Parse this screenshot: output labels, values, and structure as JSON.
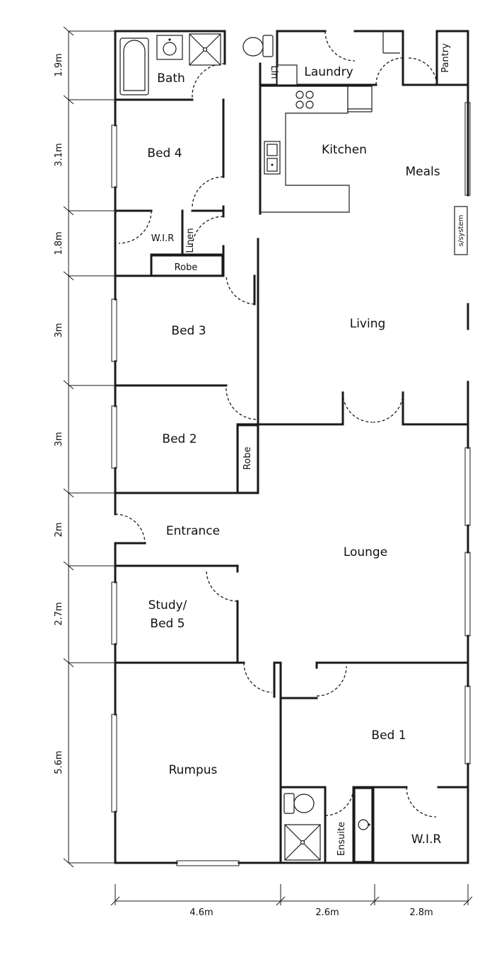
{
  "rooms": {
    "bath": "Bath",
    "laundry": "Laundry",
    "lin": "Lin",
    "pantry": "Pantry",
    "kitchen": "Kitchen",
    "meals": "Meals",
    "bed4": "Bed 4",
    "wir_top": "W.I.R",
    "linen": "Linen",
    "robe_top": "Robe",
    "s_system": "s/system",
    "bed3": "Bed 3",
    "living": "Living",
    "bed2": "Bed 2",
    "robe_bed2": "Robe",
    "entrance": "Entrance",
    "lounge": "Lounge",
    "study_line1": "Study/",
    "study_line2": "Bed 5",
    "rumpus": "Rumpus",
    "bed1": "Bed 1",
    "ensuite": "Ensuite",
    "wir_bottom": "W.I.R"
  },
  "dimensions": {
    "vertical": [
      "1.9m",
      "3.1m",
      "1.8m",
      "3m",
      "3m",
      "2m",
      "2.7m",
      "5.6m"
    ],
    "horizontal": [
      "4.6m",
      "2.6m",
      "2.8m"
    ]
  }
}
